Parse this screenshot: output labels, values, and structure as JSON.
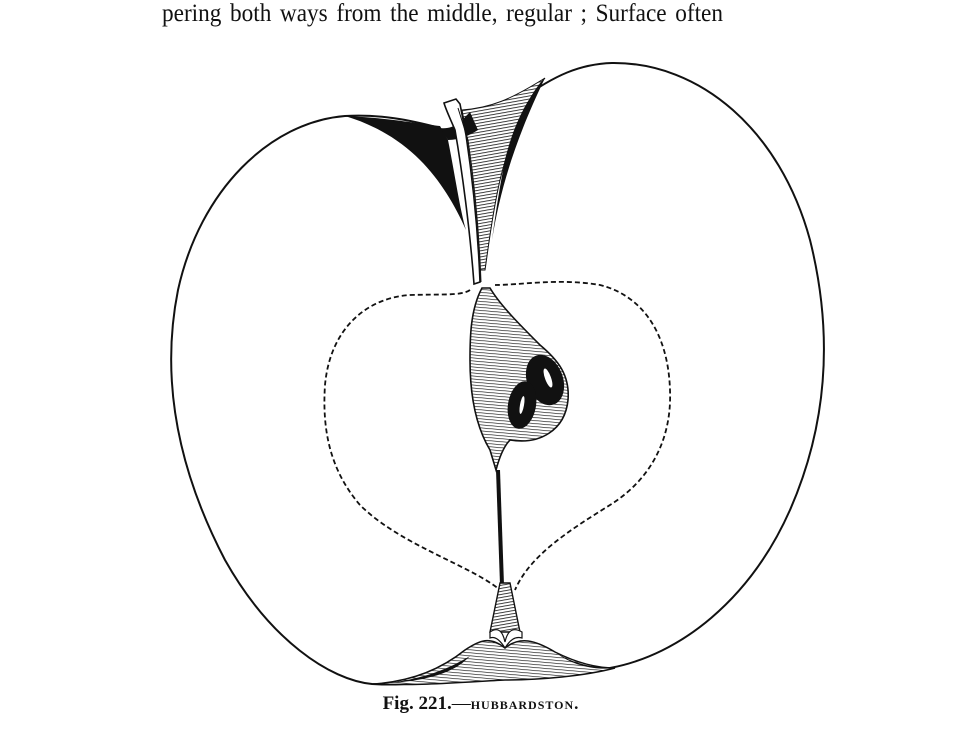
{
  "document": {
    "body_text_line": "pering  both ways from the middle, regular ;  Surface often",
    "figure": {
      "subject": "apple-cross-section-illustration",
      "caption_number": "Fig. 221.",
      "caption_dash": "—",
      "caption_name": "hubbardston."
    },
    "colors": {
      "ink": "#111111",
      "paper": "#ffffff"
    }
  }
}
